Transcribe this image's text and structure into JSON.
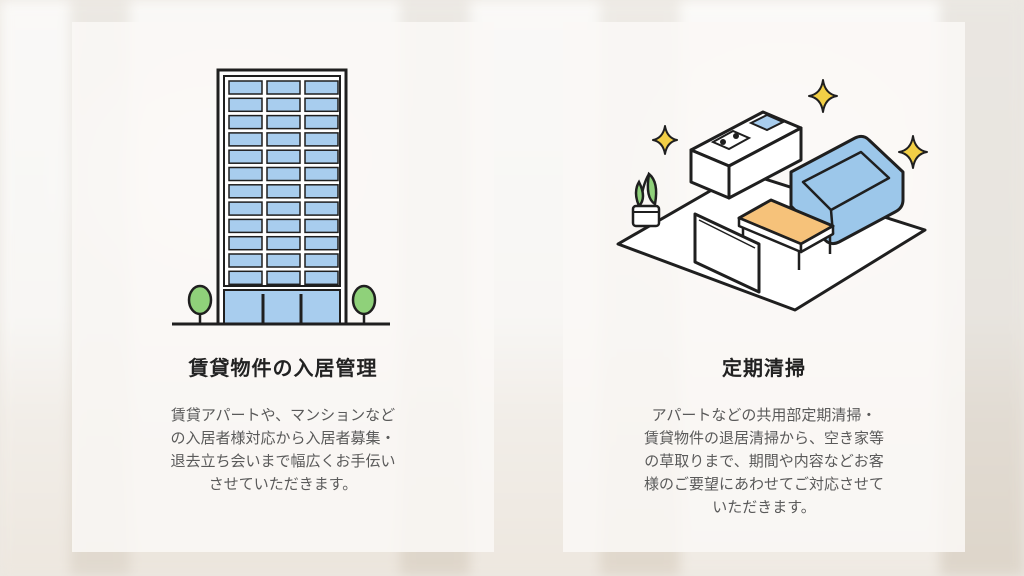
{
  "services": [
    {
      "title": "賃貸物件の入居管理",
      "illustration": "apartment-building-icon",
      "lines": [
        "賃貸アパートや、マンションなど",
        "の入居者様対応から入居者募集・",
        "退去立ち会いまで幅広くお手伝い",
        "させていただきます。"
      ]
    },
    {
      "title": "定期清掃",
      "illustration": "clean-room-icon",
      "lines": [
        "アパートなどの共用部定期清掃・",
        "賃貸物件の退居清掃から、空き家等",
        "の草取りまで、期間や内容などお客",
        "様のご要望にあわせてご対応させて",
        "いただきます。"
      ]
    }
  ],
  "colors": {
    "window_blue": "#a8cdee",
    "outline": "#1f1f1f",
    "tree_green": "#8fd17a",
    "sofa_blue": "#9cc7ea",
    "table_orange": "#f6c27a",
    "sparkle_yellow": "#f2cf46"
  }
}
